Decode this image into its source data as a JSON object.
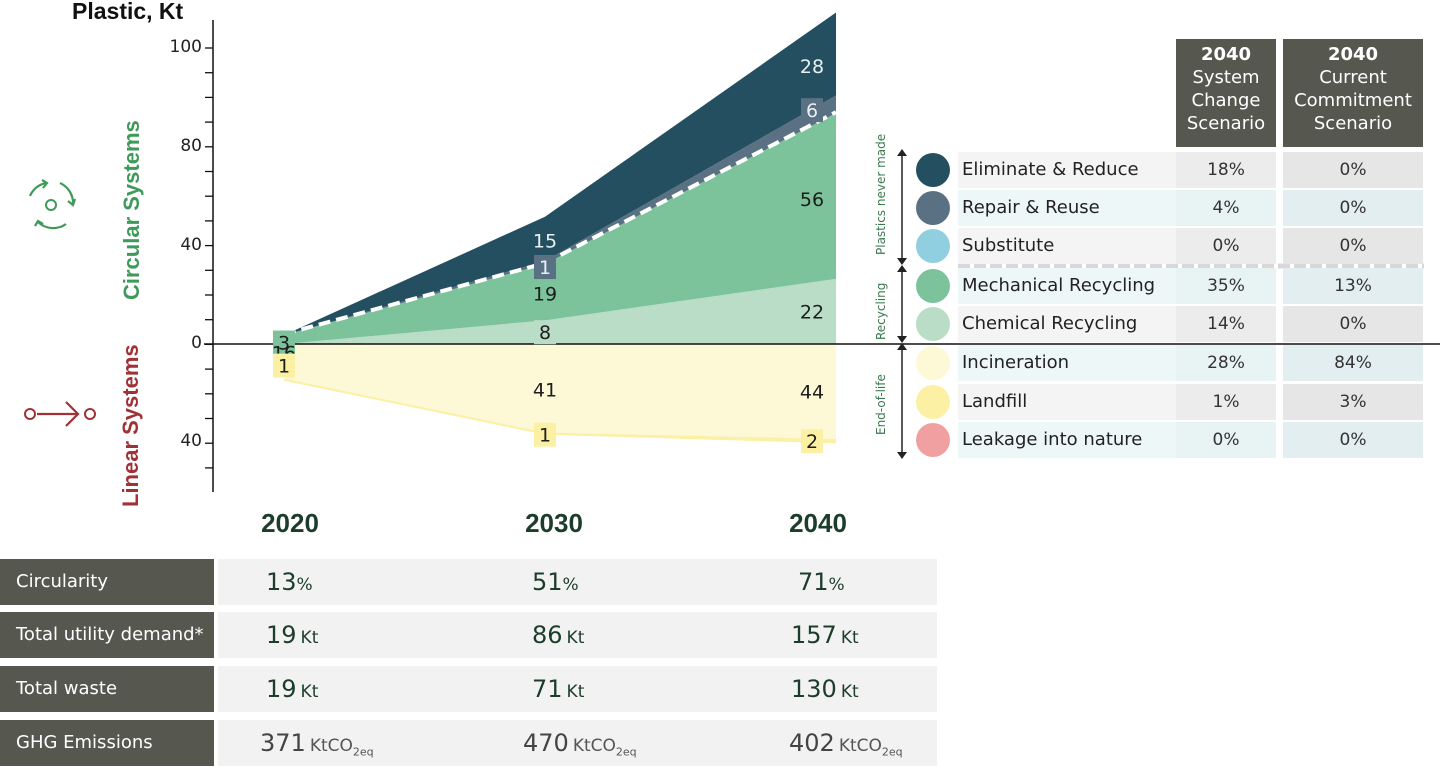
{
  "chart_data": {
    "type": "area",
    "title": "",
    "ylabel": "Plastic, Kt",
    "x": [
      "2020",
      "2030",
      "2040"
    ],
    "yticks_up": [
      "100",
      "80",
      "40",
      "0"
    ],
    "yticks_down": [
      "40"
    ],
    "sides": {
      "top": "Circular Systems",
      "bottom": "Linear Systems"
    },
    "series_up": [
      {
        "name": "Chemical Recycling",
        "color": "#b9ddc6",
        "values": [
          0,
          8,
          22
        ]
      },
      {
        "name": "Mechanical Recycling",
        "color": "#7cc29b",
        "values": [
          3,
          19,
          56
        ]
      },
      {
        "name": "Repair & Reuse",
        "color": "#5a7183",
        "values": [
          0,
          1,
          6
        ]
      },
      {
        "name": "Eliminate & Reduce",
        "color": "#234f60",
        "values": [
          0,
          15,
          28
        ]
      }
    ],
    "series_down": [
      {
        "name": "Incineration",
        "color": "#fdf8d6",
        "values": [
          16,
          41,
          44
        ]
      },
      {
        "name": "Landfill",
        "color": "#fbf0a4",
        "values": [
          1,
          1,
          2
        ]
      }
    ],
    "data_labels": [
      {
        "text": "3",
        "x": "2020",
        "y": 0.5,
        "chip": "#7cc29b"
      },
      {
        "text": "16",
        "x": "2020",
        "y": -4
      },
      {
        "text": "1",
        "x": "2020",
        "y": -10,
        "chip": "#fbf0a4"
      },
      {
        "text": "15",
        "x": "2030",
        "y": 35,
        "light": true
      },
      {
        "text": "1",
        "x": "2030",
        "y": 26,
        "chip": "#5a7183",
        "light": true
      },
      {
        "text": "19",
        "x": "2030",
        "y": 17
      },
      {
        "text": "8",
        "x": "2030",
        "y": 4,
        "chip": "#b9ddc6"
      },
      {
        "text": "41",
        "x": "2030",
        "y": -21
      },
      {
        "text": "1",
        "x": "2030",
        "y": -42,
        "chip": "#fbf0a4"
      },
      {
        "text": "28",
        "x": "2040",
        "y": 94,
        "light": true
      },
      {
        "text": "6",
        "x": "2040",
        "y": 79,
        "chip": "#5a7183",
        "light": true
      },
      {
        "text": "56",
        "x": "2040",
        "y": 49
      },
      {
        "text": "22",
        "x": "2040",
        "y": 11
      },
      {
        "text": "44",
        "x": "2040",
        "y": -22
      },
      {
        "text": "2",
        "x": "2040",
        "y": -45,
        "chip": "#fbf0a4"
      }
    ]
  },
  "legend": {
    "headers": [
      {
        "year": "2040",
        "text": "System\nChange\nScenario"
      },
      {
        "year": "2040",
        "text": "Current\nCommitment\nScenario"
      }
    ],
    "groups": [
      "Plastics never made",
      "Recycling",
      "End-of-life"
    ],
    "items": [
      {
        "label": "Eliminate & Reduce",
        "color": "#234f60",
        "system_change": "18%",
        "current_commitment": "0%"
      },
      {
        "label": "Repair & Reuse",
        "color": "#5a7183",
        "system_change": "4%",
        "current_commitment": "0%"
      },
      {
        "label": "Substitute",
        "color": "#8fcfe0",
        "system_change": "0%",
        "current_commitment": "0%"
      },
      {
        "label": "Mechanical Recycling",
        "color": "#7cc29b",
        "system_change": "35%",
        "current_commitment": "13%"
      },
      {
        "label": "Chemical Recycling",
        "color": "#b9ddc6",
        "system_change": "14%",
        "current_commitment": "0%"
      },
      {
        "label": "Incineration",
        "color": "#fdf8d6",
        "system_change": "28%",
        "current_commitment": "84%"
      },
      {
        "label": "Landfill",
        "color": "#fbf0a4",
        "system_change": "1%",
        "current_commitment": "3%"
      },
      {
        "label": "Leakage into nature",
        "color": "#f0a0a0",
        "system_change": "0%",
        "current_commitment": "0%"
      }
    ]
  },
  "years": [
    "2020",
    "2030",
    "2040"
  ],
  "metrics": {
    "circularity": {
      "label": "Circularity",
      "values": [
        "13",
        "51",
        "71"
      ],
      "unit": "%"
    },
    "demand": {
      "label": "Total utility demand*",
      "values": [
        "19",
        "86",
        "157"
      ],
      "unit": "Kt"
    },
    "waste": {
      "label": "Total waste",
      "values": [
        "19",
        "71",
        "130"
      ],
      "unit": "Kt"
    },
    "ghg": {
      "label": "GHG Emissions",
      "values": [
        "371",
        "470",
        "402"
      ],
      "unit": "KtCO",
      "unit_sub": "2eq"
    }
  },
  "icons": {
    "circular": "circular-arrows-icon",
    "linear": "linear-flow-icon"
  }
}
